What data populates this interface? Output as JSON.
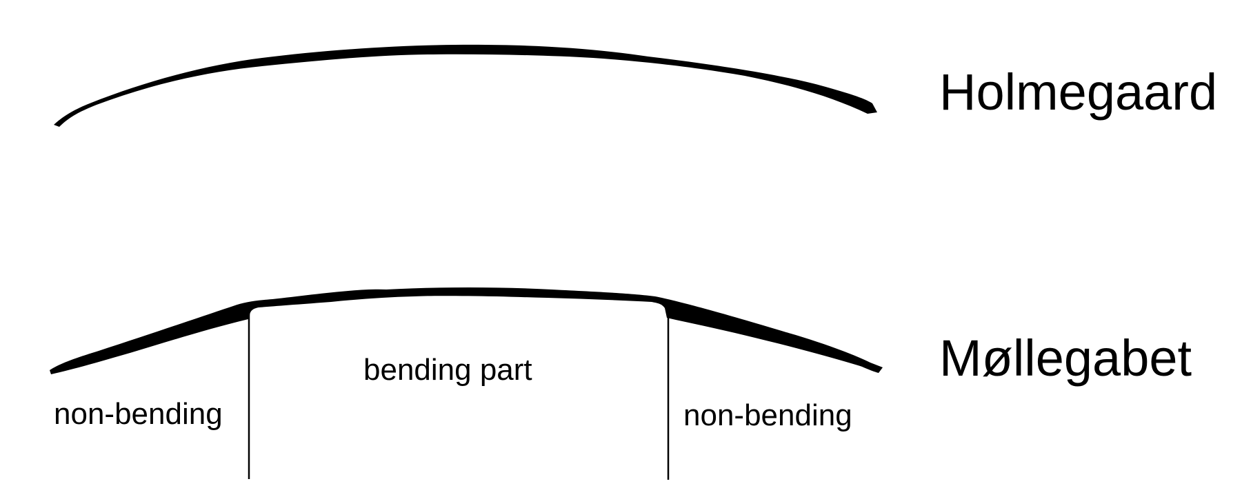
{
  "bows": [
    {
      "name": "Holmegaard"
    },
    {
      "name": "Møllegabet"
    }
  ],
  "mollegabet_parts": {
    "left": "non-bending",
    "middle": "bending part",
    "right": "non-bending"
  },
  "colors": {
    "ink": "#000000",
    "background": "#ffffff"
  }
}
